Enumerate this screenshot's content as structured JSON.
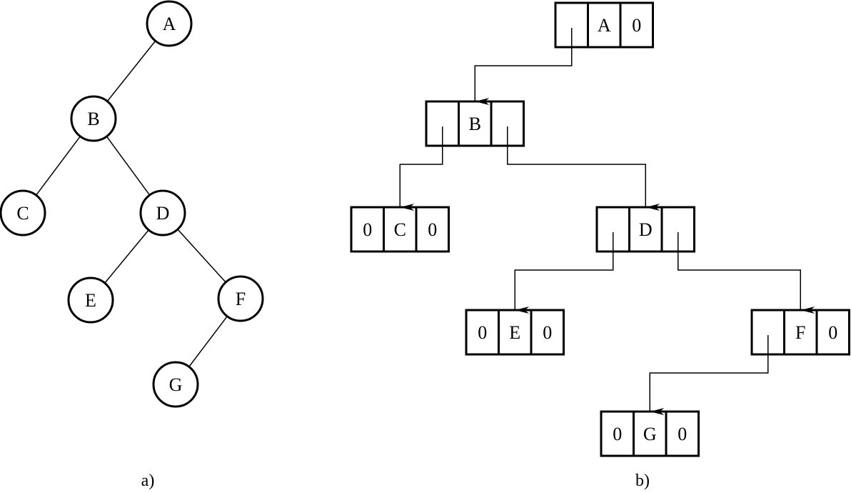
{
  "tree": {
    "caption": "a)",
    "nodes": [
      {
        "id": "A",
        "label": "A"
      },
      {
        "id": "B",
        "label": "B"
      },
      {
        "id": "C",
        "label": "C"
      },
      {
        "id": "D",
        "label": "D"
      },
      {
        "id": "E",
        "label": "E"
      },
      {
        "id": "F",
        "label": "F"
      },
      {
        "id": "G",
        "label": "G"
      }
    ],
    "edges": [
      [
        "A",
        "B"
      ],
      [
        "B",
        "C"
      ],
      [
        "B",
        "D"
      ],
      [
        "D",
        "E"
      ],
      [
        "D",
        "F"
      ],
      [
        "F",
        "G"
      ]
    ]
  },
  "linked": {
    "caption": "b)",
    "nodes": [
      {
        "id": "A",
        "left": "",
        "data": "A",
        "right": "0"
      },
      {
        "id": "B",
        "left": "",
        "data": "B",
        "right": ""
      },
      {
        "id": "C",
        "left": "0",
        "data": "C",
        "right": "0"
      },
      {
        "id": "D",
        "left": "",
        "data": "D",
        "right": ""
      },
      {
        "id": "E",
        "left": "0",
        "data": "E",
        "right": "0"
      },
      {
        "id": "F",
        "left": "",
        "data": "F",
        "right": "0"
      },
      {
        "id": "G",
        "left": "0",
        "data": "G",
        "right": "0"
      }
    ],
    "pointers": [
      {
        "from": "A",
        "side": "left",
        "to": "B"
      },
      {
        "from": "B",
        "side": "left",
        "to": "C"
      },
      {
        "from": "B",
        "side": "right",
        "to": "D"
      },
      {
        "from": "D",
        "side": "left",
        "to": "E"
      },
      {
        "from": "D",
        "side": "right",
        "to": "F"
      },
      {
        "from": "F",
        "side": "left",
        "to": "G"
      }
    ]
  }
}
